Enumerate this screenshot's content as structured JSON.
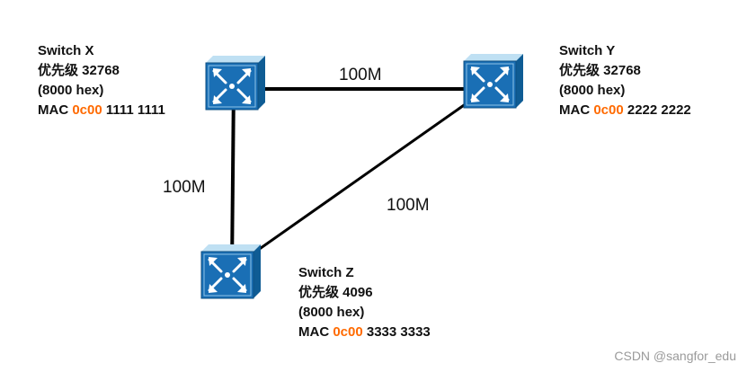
{
  "switches": [
    {
      "id": "x",
      "name": "Switch X",
      "priority_line": "优先级 32768",
      "hex_line": "(8000 hex)",
      "mac_prefix": "MAC ",
      "mac_highlight": "0c00",
      "mac_rest": " 1111 1111"
    },
    {
      "id": "y",
      "name": "Switch Y",
      "priority_line": "优先级 32768",
      "hex_line": "(8000 hex)",
      "mac_prefix": "MAC ",
      "mac_highlight": "0c00",
      "mac_rest": " 2222 2222"
    },
    {
      "id": "z",
      "name": "Switch Z",
      "priority_line": "优先级 4096",
      "hex_line": "(8000 hex)",
      "mac_prefix": "MAC ",
      "mac_highlight": "0c00",
      "mac_rest": " 3333 3333"
    }
  ],
  "links": [
    {
      "from": "x",
      "to": "y",
      "speed": "100M"
    },
    {
      "from": "x",
      "to": "z",
      "speed": "100M"
    },
    {
      "from": "y",
      "to": "z",
      "speed": "100M"
    }
  ],
  "icon": "network-switch-icon",
  "colors": {
    "icon_face": "#1a6fb5",
    "icon_top": "#bfe0f3",
    "icon_side": "#0f5c94",
    "link_line": "#000000",
    "mac_highlight": "#ff6a00"
  },
  "watermark": "CSDN @sangfor_edu"
}
